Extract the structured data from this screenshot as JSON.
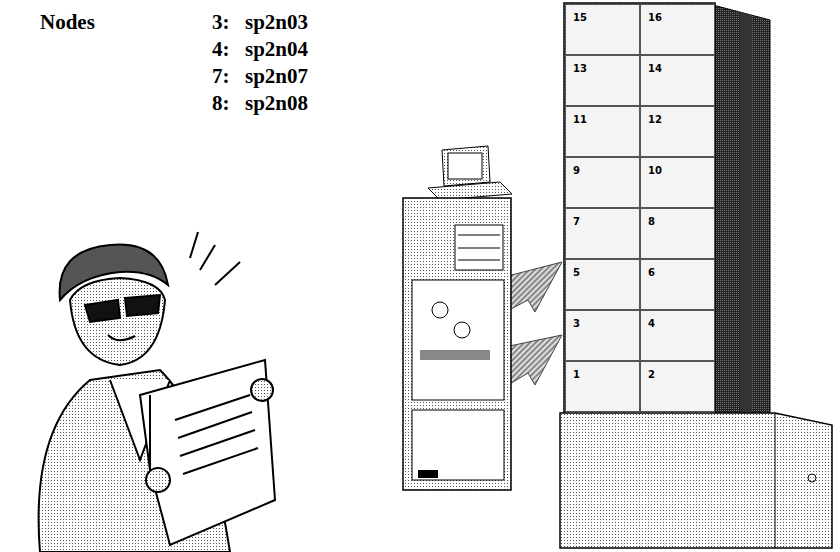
{
  "diagram": {
    "nodes": [
      {
        "text": [
          "15"
        ]
      },
      {
        "text": [
          "16"
        ]
      },
      {
        "text": [
          "13"
        ]
      },
      {
        "text": [
          "14"
        ]
      },
      {
        "text": [
          "11"
        ]
      },
      {
        "text": [
          "12"
        ]
      },
      {
        "text": [
          "9"
        ]
      },
      {
        "text": [
          "10"
        ]
      },
      {
        "text": [
          "7"
        ]
      },
      {
        "text": [
          "8"
        ]
      },
      {
        "text": [
          "5"
        ]
      },
      {
        "text": [
          "6"
        ]
      },
      {
        "text": [
          "3"
        ]
      },
      {
        "text": [
          "4"
        ]
      },
      {
        "text": [
          "1"
        ]
      },
      {
        "text": [
          "2"
        ]
      }
    ],
    "labels": [
      "Nodes",
      "3:",
      "sp2n03",
      "4:",
      "sp2n04",
      "7:",
      "sp2n07",
      "8:",
      "sp2n08"
    ]
  }
}
